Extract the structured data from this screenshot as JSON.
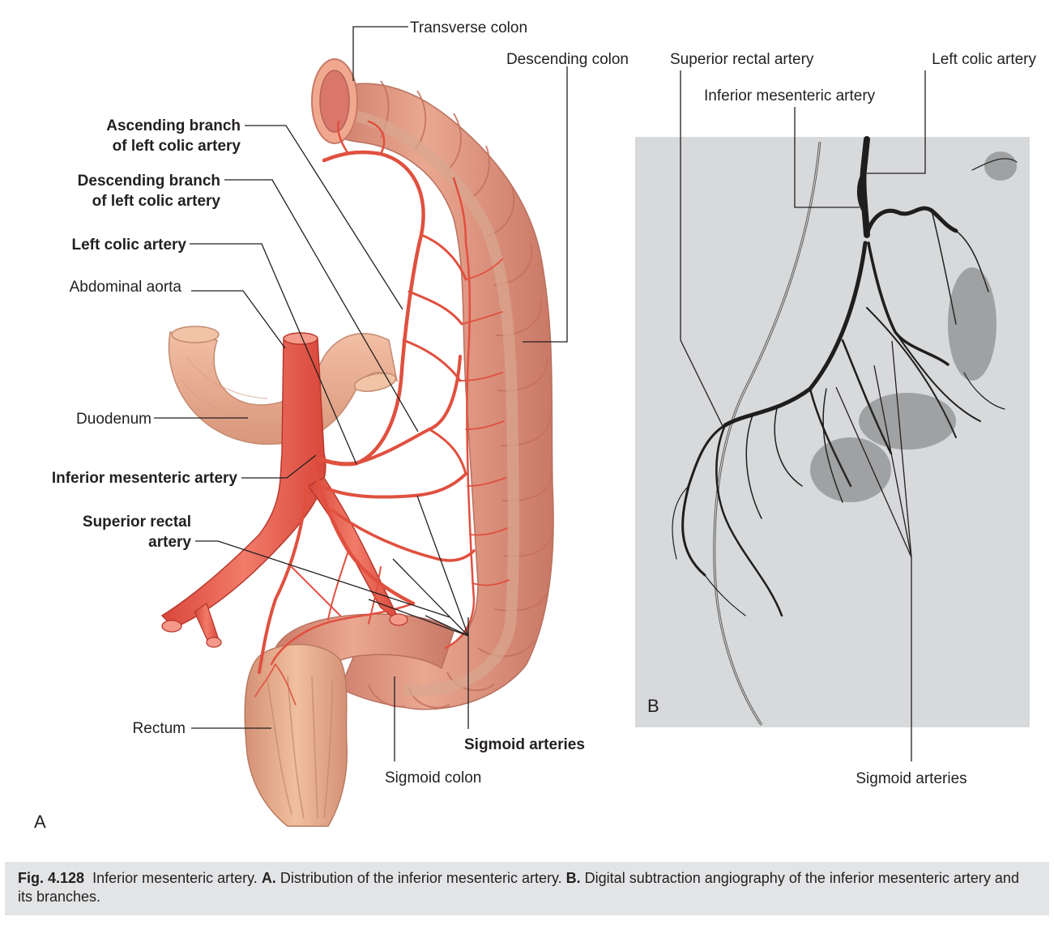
{
  "panel_a": {
    "letter": "A",
    "labels": {
      "transverse_colon": "Transverse colon",
      "descending_colon": "Descending colon",
      "ascending_branch_1": "Ascending branch",
      "ascending_branch_2": "of left colic artery",
      "descending_branch_1": "Descending branch",
      "descending_branch_2": "of left colic artery",
      "left_colic_artery": "Left colic artery",
      "abdominal_aorta": "Abdominal aorta",
      "duodenum": "Duodenum",
      "inferior_mesenteric_artery": "Inferior mesenteric artery",
      "superior_rectal_1": "Superior rectal",
      "superior_rectal_2": "artery",
      "rectum": "Rectum",
      "sigmoid_arteries": "Sigmoid arteries",
      "sigmoid_colon": "Sigmoid colon"
    }
  },
  "panel_b": {
    "letter": "B",
    "labels": {
      "superior_rectal_artery": "Superior rectal artery",
      "inferior_mesenteric_artery": "Inferior mesenteric artery",
      "left_colic_artery": "Left colic artery",
      "sigmoid_arteries": "Sigmoid arteries"
    }
  },
  "caption": {
    "fig_number": "Fig. 4.128",
    "text_1": "Inferior mesenteric artery.",
    "a_marker": "A.",
    "text_2": "Distribution of the inferior mesenteric artery.",
    "b_marker": "B.",
    "text_3": "Digital subtraction angiography of the inferior mesenteric artery and its branches."
  },
  "colors": {
    "colon": "#e7a08c",
    "colon_dark": "#c97866",
    "artery": "#e0503f",
    "angio_bg": "#d7d9db",
    "vessel": "#1e1e1e",
    "caption_bg": "#e3e4e6"
  }
}
